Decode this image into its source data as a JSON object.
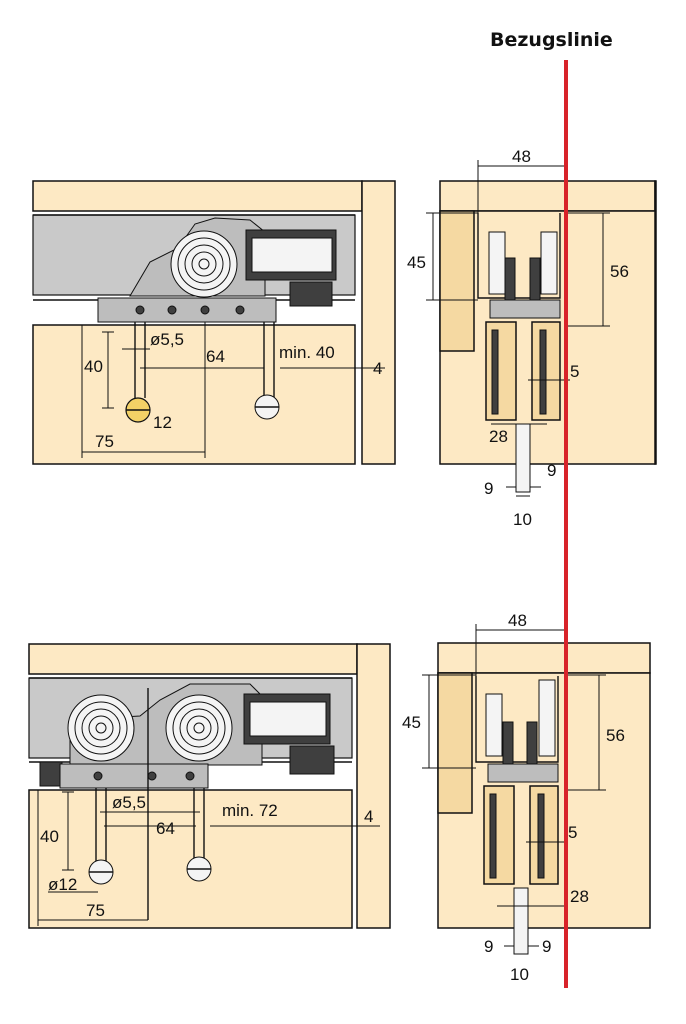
{
  "reference_label": "Bezugslinie",
  "colors": {
    "wood": "#fde9c4",
    "track": "#c9c9c9",
    "reference_line": "#d8232a"
  },
  "top_front": {
    "d_40": "40",
    "d_o55": "ø5,5",
    "d_64": "64",
    "d_min": "min. 40",
    "d_4": "4",
    "d_12": "12",
    "d_75": "75"
  },
  "top_side": {
    "d_48": "48",
    "d_45": "45",
    "d_56": "56",
    "d_5": "5",
    "d_28": "28",
    "d_9a": "9",
    "d_9b": "9",
    "d_10": "10"
  },
  "bottom_front": {
    "d_40": "40",
    "d_o55": "ø5,5",
    "d_64": "64",
    "d_min": "min. 72",
    "d_4": "4",
    "d_o12": "ø12",
    "d_75": "75"
  },
  "bottom_side": {
    "d_48": "48",
    "d_45": "45",
    "d_56": "56",
    "d_5": "5",
    "d_28": "28",
    "d_9a": "9",
    "d_9b": "9",
    "d_10": "10"
  }
}
